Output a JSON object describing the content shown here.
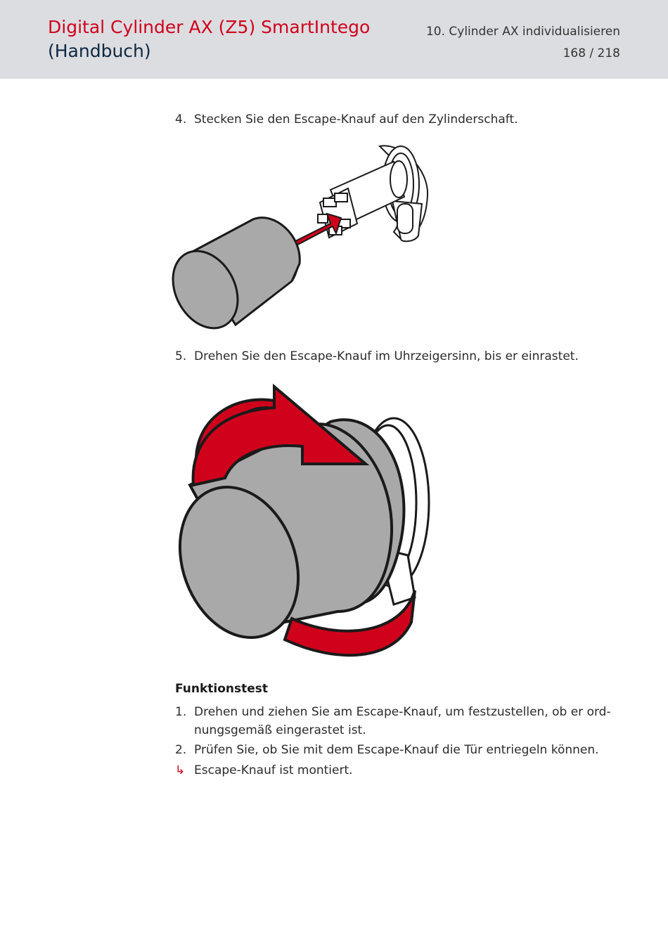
{
  "header": {
    "title_line1": "Digital Cylinder AX (Z5) SmartIntego",
    "title_line2": "(Handbuch)",
    "chapter": "10. Cylinder AX individualisieren",
    "page": "168 / 218"
  },
  "steps": [
    {
      "num": "4.",
      "text": "Stecken Sie den Escape-Knauf auf den Zylinderschaft."
    },
    {
      "num": "5.",
      "text": "Drehen Sie den Escape-Knauf im Uhrzeigersinn, bis er einrastet."
    }
  ],
  "section": {
    "heading": "Funktionstest",
    "items": [
      {
        "num": "1.",
        "text": "Drehen und ziehen Sie am Escape-Knauf, um festzustellen, ob er ord-nungsgemäß eingerastet ist."
      },
      {
        "num": "2.",
        "text": "Prüfen Sie, ob Sie mit dem Escape-Knauf die Tür entriegeln können."
      }
    ],
    "result": {
      "symbol": "↳",
      "text": "Escape-Knauf ist montiert."
    }
  },
  "colors": {
    "accent_red": "#d0021b",
    "navy": "#0e2841",
    "header_bg": "#dcdde1",
    "knob_gray": "#a9a9a9"
  },
  "illustrations": {
    "fig1": "knob-attach-illustration",
    "fig2": "knob-rotate-illustration"
  }
}
